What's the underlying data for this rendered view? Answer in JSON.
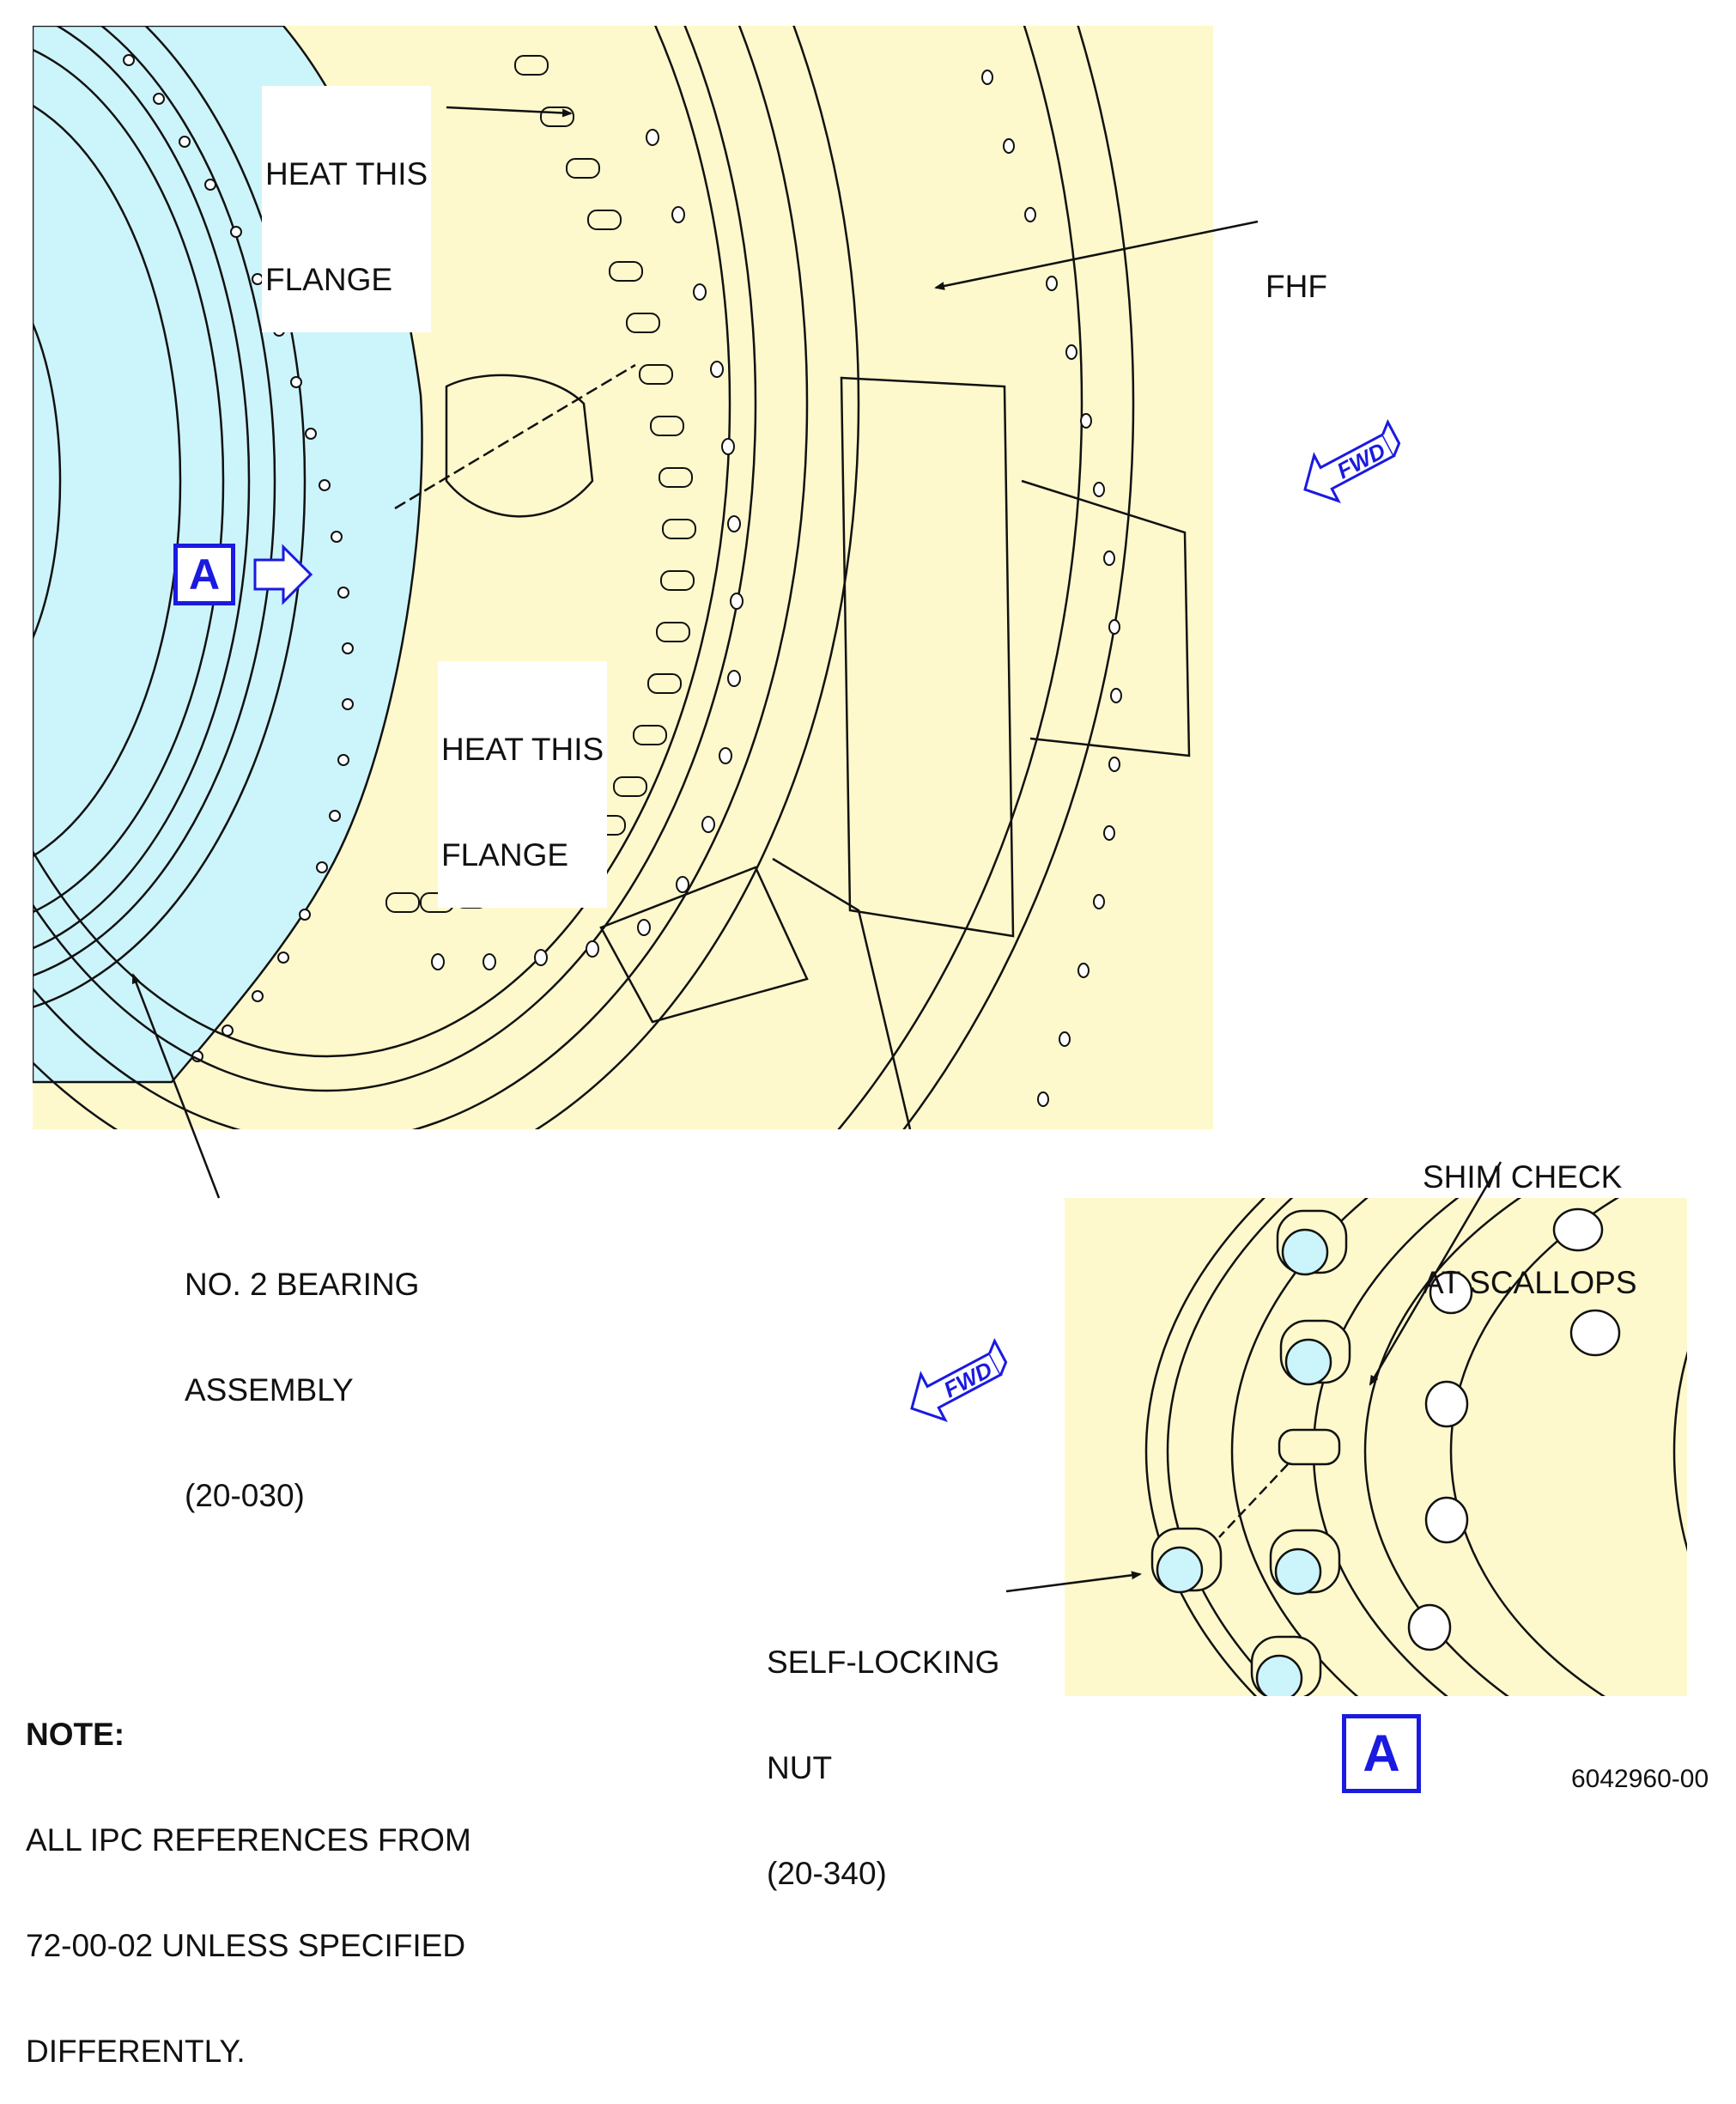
{
  "labels": {
    "heat_flange_top": [
      "HEAT THIS",
      "FLANGE"
    ],
    "heat_flange_mid": [
      "HEAT THIS",
      "FLANGE"
    ],
    "fhf": "FHF",
    "bearing": [
      "NO. 2 BEARING",
      "ASSEMBLY",
      "(20-030)"
    ],
    "shim_check": [
      "SHIM CHECK",
      "AT SCALLOPS"
    ],
    "self_locking_nut": [
      "SELF-LOCKING",
      "NUT",
      "(20-340)"
    ]
  },
  "view_marker": {
    "letter": "A"
  },
  "fwd_arrows": {
    "text": "FWD"
  },
  "note": {
    "title": "NOTE:",
    "lines": [
      "ALL IPC REFERENCES FROM",
      "72-00-02 UNLESS SPECIFIED",
      "DIFFERENTLY."
    ]
  },
  "document_number": "6042960-00",
  "colors": {
    "panel_fill": "#fdf9cc",
    "bearing_fill": "#ccf4fb",
    "view_marker": "#1a1ae0",
    "line": "#111111"
  }
}
